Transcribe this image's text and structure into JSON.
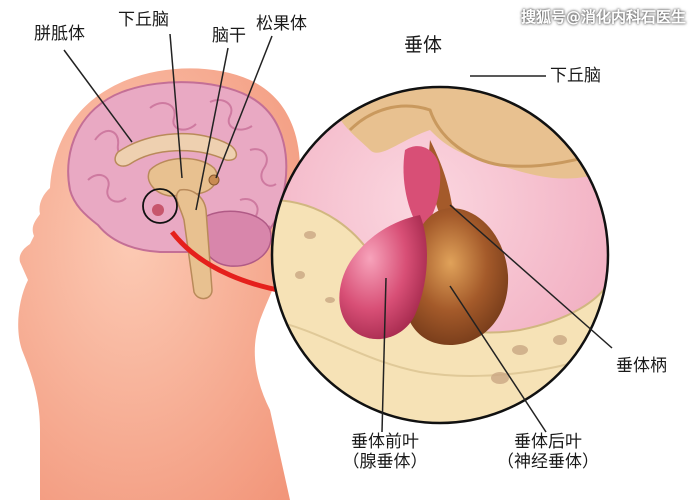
{
  "labels": {
    "pineal_top_left": "胼胝体",
    "hypothalamus_top": "下丘脑",
    "brainstem": "脑干",
    "pineal_body": "松果体",
    "pituitary_title": "垂体",
    "hypothalamus_right": "下丘脑",
    "pituitary_stalk": "垂体柄",
    "anterior_lobe": "垂体前叶",
    "anterior_lobe_sub": "（腺垂体）",
    "posterior_lobe": "垂体后叶",
    "posterior_lobe_sub": "（神经垂体）"
  },
  "watermark": "搜狐号@消化内科石医生",
  "colors": {
    "skin": "#f4a48a",
    "skin_light": "#fbd2c0",
    "brain": "#e9a9c3",
    "brain_dark": "#d886ab",
    "hypothalamus": "#e8c190",
    "anterior": "#d84f76",
    "posterior": "#a45a2a",
    "bone": "#f6e2b6",
    "arrow": "#e5201c"
  }
}
